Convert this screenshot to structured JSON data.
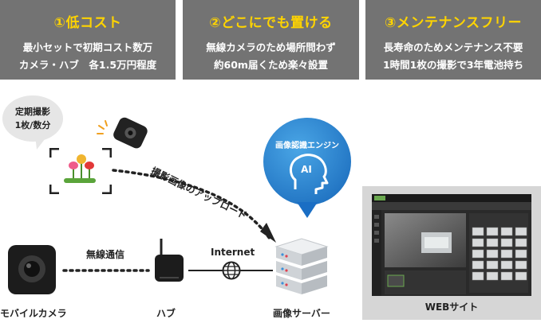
{
  "panels": [
    {
      "title": "①低コスト",
      "line1": "最小セットで初期コスト数万",
      "line2": "カメラ・ハブ　各1.5万円程度"
    },
    {
      "title": "②どこにでも置ける",
      "line1": "無線カメラのため場所問わず",
      "line2": "約60m届くため楽々設置"
    },
    {
      "title": "③メンテナンスフリー",
      "line1": "長寿命のためメンテナンス不要",
      "line2": "1時間1枚の撮影で3年電池持ち"
    }
  ],
  "bubble": {
    "line1": "定期撮影",
    "line2": "1枚/数分"
  },
  "labels": {
    "upload": "撮影画像のアップロード",
    "wireless": "無線通信",
    "internet": "Internet",
    "mobile_camera": "モバイルカメラ",
    "hub": "ハブ",
    "image_server": "画像サーバー",
    "website": "WEBサイト"
  },
  "ai": {
    "title": "画像認識エンジン",
    "badge": "AI"
  },
  "colors": {
    "panel_bg": "#737373",
    "title_yellow": "#ffd400",
    "ai_blue": "#1f77d0"
  }
}
